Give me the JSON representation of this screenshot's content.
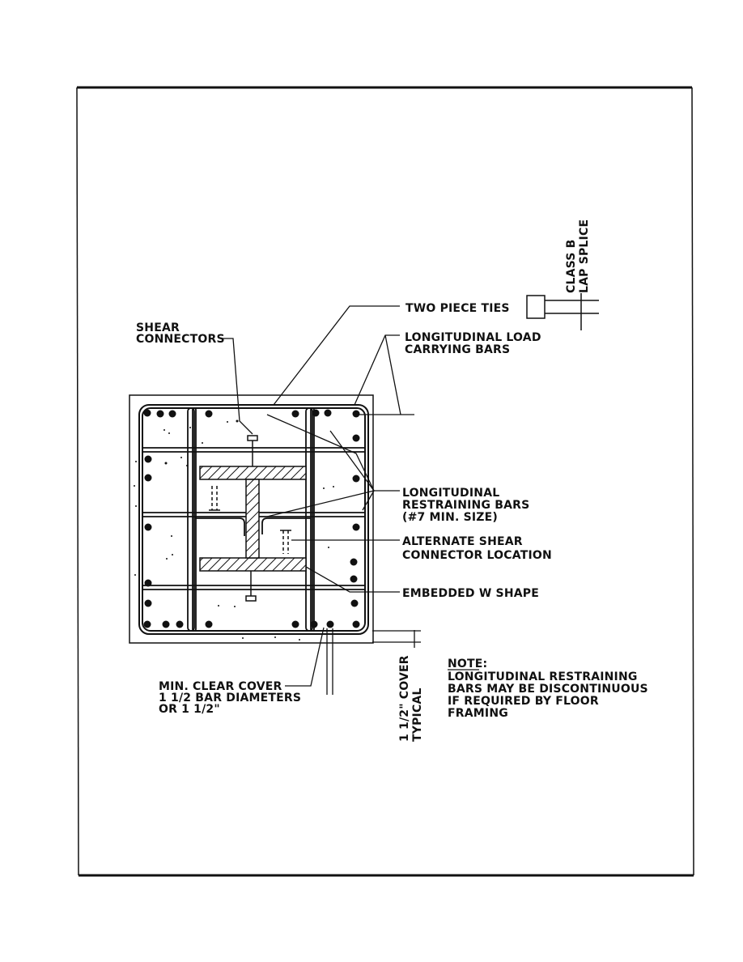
{
  "labels": {
    "two_piece_ties": "TWO PIECE TIES",
    "class_b": "CLASS B",
    "lap_splice": "LAP SPLICE",
    "shear_connectors_1": "SHEAR",
    "shear_connectors_2": "CONNECTORS",
    "long_load_1": "LONGITUDINAL LOAD",
    "long_load_2": "CARRYING BARS",
    "long_restraining_1": "LONGITUDINAL",
    "long_restraining_2": "RESTRAINING BARS",
    "long_restraining_3": "(#7 MIN. SIZE)",
    "alt_shear_1": "ALTERNATE SHEAR",
    "alt_shear_2": "CONNECTOR LOCATION",
    "embedded_w": "EMBEDDED W SHAPE",
    "min_cover_1": "MIN. CLEAR COVER",
    "min_cover_2": "1 1/2 BAR DIAMETERS",
    "min_cover_3": "OR 1 1/2\"",
    "cover_1": "1 1/2\" COVER",
    "cover_2": "TYPICAL"
  },
  "note": {
    "title": "NOTE:",
    "line1": "LONGITUDINAL RESTRAINING",
    "line2": "BARS MAY BE DISCONTINUOUS",
    "line3": "IF REQUIRED BY FLOOR",
    "line4": "FRAMING"
  }
}
